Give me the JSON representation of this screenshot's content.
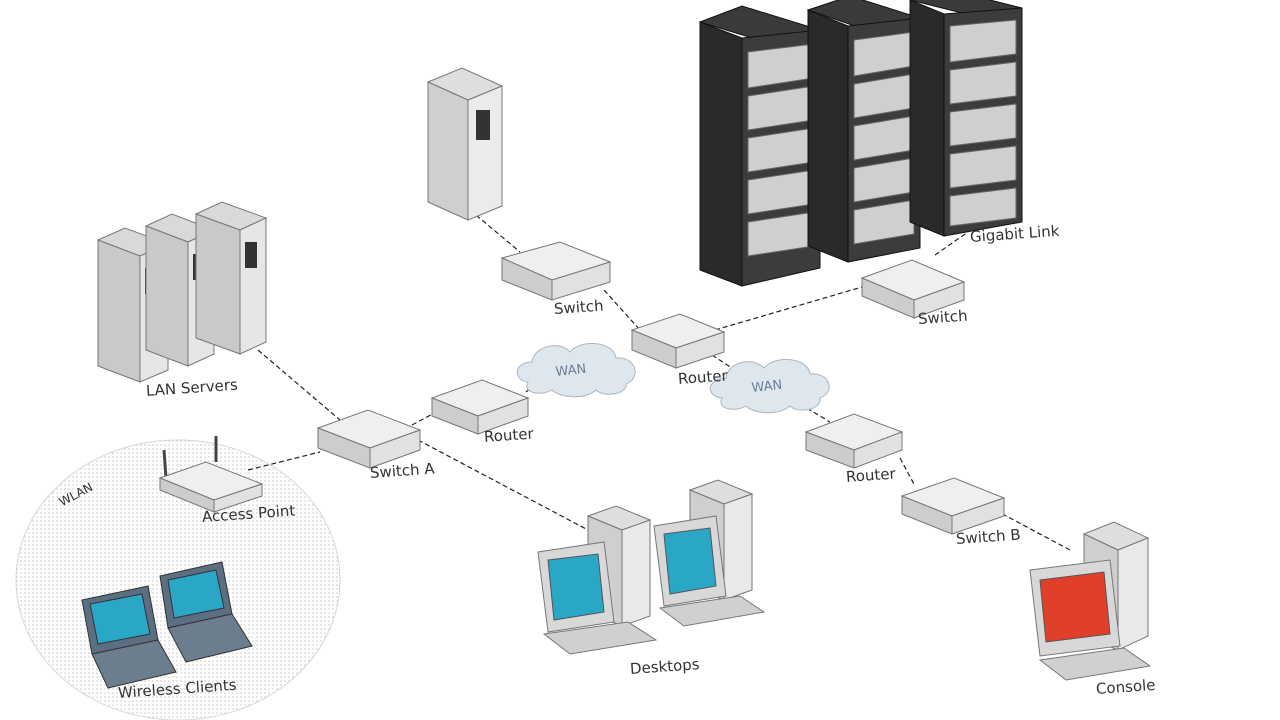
{
  "labels": {
    "lan_servers": "LAN Servers",
    "wlan": "WLAN",
    "access_point": "Access Point",
    "wireless_clients": "Wireless Clients",
    "switch_a": "Switch A",
    "router_left": "Router",
    "wan_left": "WAN",
    "switch_top": "Switch",
    "router_center": "Router",
    "wan_right": "WAN",
    "switch_right": "Switch",
    "gigabit_link": "Gigabit Link",
    "router_right": "Router",
    "switch_b": "Switch B",
    "desktops": "Desktops",
    "console": "Console"
  },
  "colors": {
    "device_light": "#e9e9e9",
    "device_mid": "#cfcfcf",
    "device_dark": "#9e9e9e",
    "rack_dark": "#2e2e2e",
    "screen_cyan": "#2aa6c6",
    "console_screen": "#e0402a",
    "cloud": "#dfe7ee"
  }
}
